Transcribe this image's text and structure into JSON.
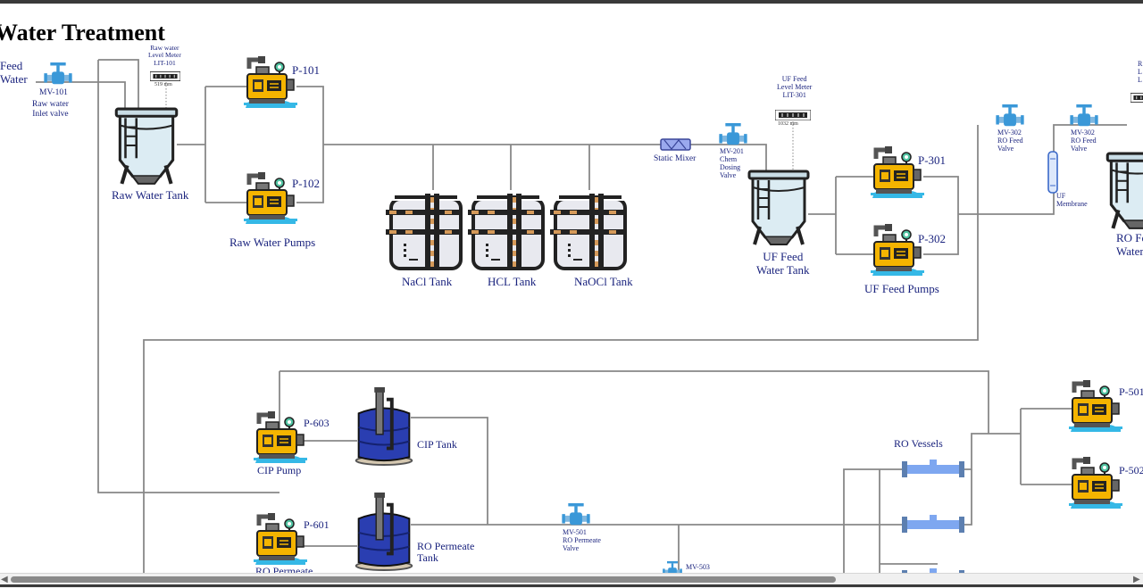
{
  "title": "Water Treatment",
  "labels": {
    "feed_water": "Feed\nWater",
    "mv101": "MV-101",
    "mv101_desc": "Raw water\nInlet valve",
    "lit101_title": "Raw water\nLevel Meter\nLIT-101",
    "lit101_reading": "519  mm",
    "raw_water_tank": "Raw Water Tank",
    "p101": "P-101",
    "p102": "P-102",
    "raw_water_pumps": "Raw Water Pumps",
    "nacl_tank": "NaCl Tank",
    "hcl_tank": "HCL Tank",
    "naocl_tank": "NaOCl Tank",
    "static_mixer": "Static Mixer",
    "mv201": "MV-201\nChem\nDosing\nValve",
    "lit301_title": "UF Feed\nLevel Meter\nLIT-301",
    "lit301_reading": "1032  mm",
    "uf_feed_tank": "UF Feed\nWater Tank",
    "p301": "P-301",
    "p302": "P-302",
    "uf_feed_pumps": "UF Feed Pumps",
    "mv302a": "MV-302\nRO Feed\nValve",
    "mv302b": "MV-302\nRO Feed\nValve",
    "uf_membrane": "UF\nMembrane",
    "ro_feed_tank_partial": "RO Fe\nWater",
    "lit401_partial": "R\nL\nL",
    "p603": "P-603",
    "cip_tank": "CIP Tank",
    "cip_pump": "CIP Pump",
    "p601": "P-601",
    "ro_permeate_tank": "RO Permeate\nTank",
    "ro_permeate_partial": "RO Permeate",
    "mv501": "MV-501\nRO Permeate\nValve",
    "mv503": "MV-503",
    "ro_vessels": "RO Vessels",
    "p501": "P-501",
    "p502": "P-502"
  },
  "colors": {
    "pipe": "#888888",
    "label": "#1a237e",
    "pump_body": "#f4b400",
    "tank_navy": "#2a3eb1",
    "membrane": "#7ea7f0",
    "valve": "#3a98d8"
  }
}
